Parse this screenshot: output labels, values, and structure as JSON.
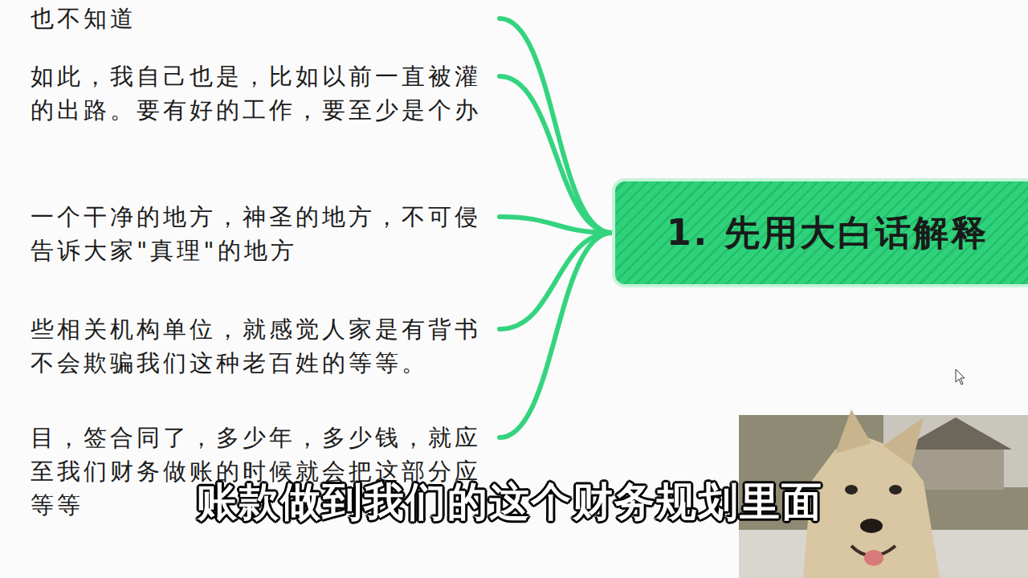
{
  "diagram": {
    "nodes": [
      {
        "text": [
          "1. 先用大白话解释"
        ]
      },
      {
        "text": [
          "也不知道"
        ]
      },
      {
        "text": [
          "如此，我自己也是，比如以前一直被灌 的出路。要有好的工作，要至少是个办"
        ]
      },
      {
        "text": [
          "一个干净的地方，神圣的地方，不可侵 告诉大家\"真理\"的地方"
        ]
      },
      {
        "text": [
          "些相关机构单位，就感觉人家是有背书 不会欺骗我们这种老百姓的等等。"
        ]
      },
      {
        "text": [
          "目，签合同了，多少年，多少钱，就应 至我们财务做账的时候就会把这部分应 等等"
        ]
      }
    ],
    "edges": [
      {
        "from": 0,
        "to": 1,
        "arrow": "none"
      },
      {
        "from": 0,
        "to": 2,
        "arrow": "none"
      },
      {
        "from": 0,
        "to": 3,
        "arrow": "none"
      },
      {
        "from": 0,
        "to": 4,
        "arrow": "none"
      },
      {
        "from": 0,
        "to": 5,
        "arrow": "none"
      }
    ],
    "labels": [
      "账款做到我们的这个财务规划里面"
    ]
  }
}
